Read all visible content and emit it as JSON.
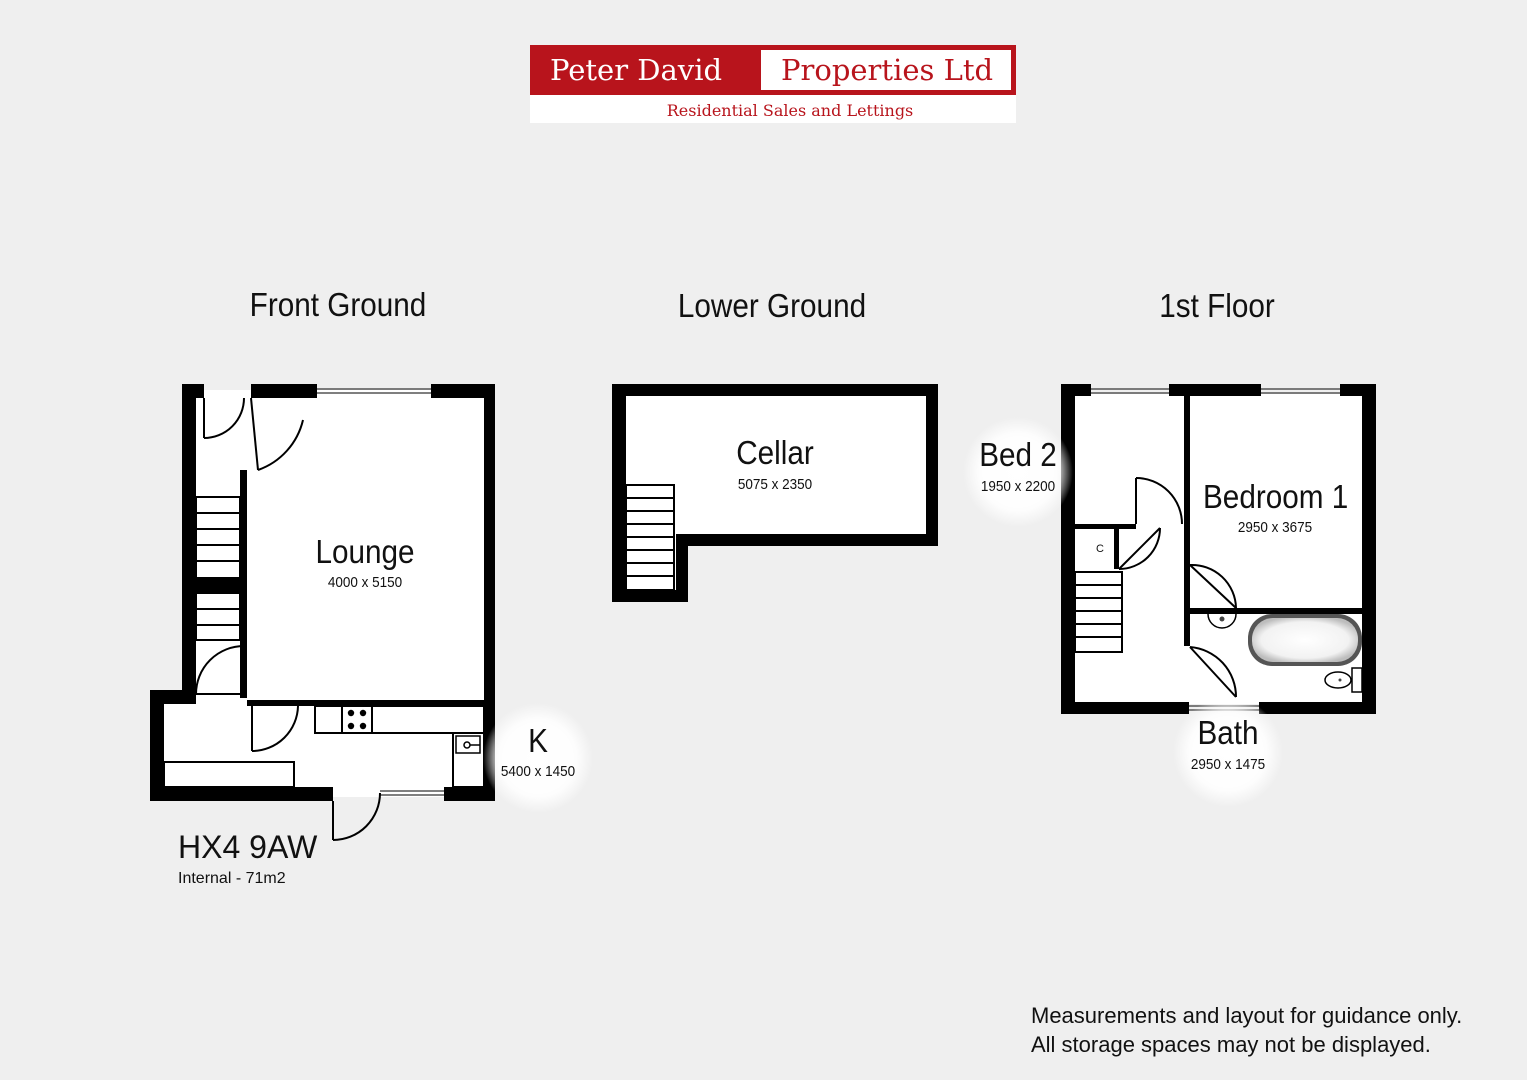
{
  "logo": {
    "name": "Peter David",
    "company": "Properties Ltd",
    "tagline": "Residential Sales and Lettings"
  },
  "floors": {
    "front_ground": "Front Ground",
    "lower_ground": "Lower Ground",
    "first_floor": "1st Floor"
  },
  "rooms": {
    "lounge": {
      "name": "Lounge",
      "dims": "4000 x 5150"
    },
    "kitchen": {
      "name": "K",
      "dims": "5400 x 1450"
    },
    "cellar": {
      "name": "Cellar",
      "dims": "5075 x 2350"
    },
    "bed2": {
      "name": "Bed 2",
      "dims": "1950 x 2200"
    },
    "bedroom1": {
      "name": "Bedroom 1",
      "dims": "2950 x 3675"
    },
    "bath": {
      "name": "Bath",
      "dims": "2950 x 1475"
    },
    "cupboard": {
      "name": "C"
    }
  },
  "property": {
    "postcode": "HX4 9AW",
    "internal_area": "Internal - 71m2"
  },
  "disclaimer": {
    "line1": "Measurements and layout for guidance only.",
    "line2": "All storage spaces may not be displayed."
  },
  "colors": {
    "background": "#efefef",
    "walls": "#000000",
    "brand_red": "#b8141c"
  }
}
